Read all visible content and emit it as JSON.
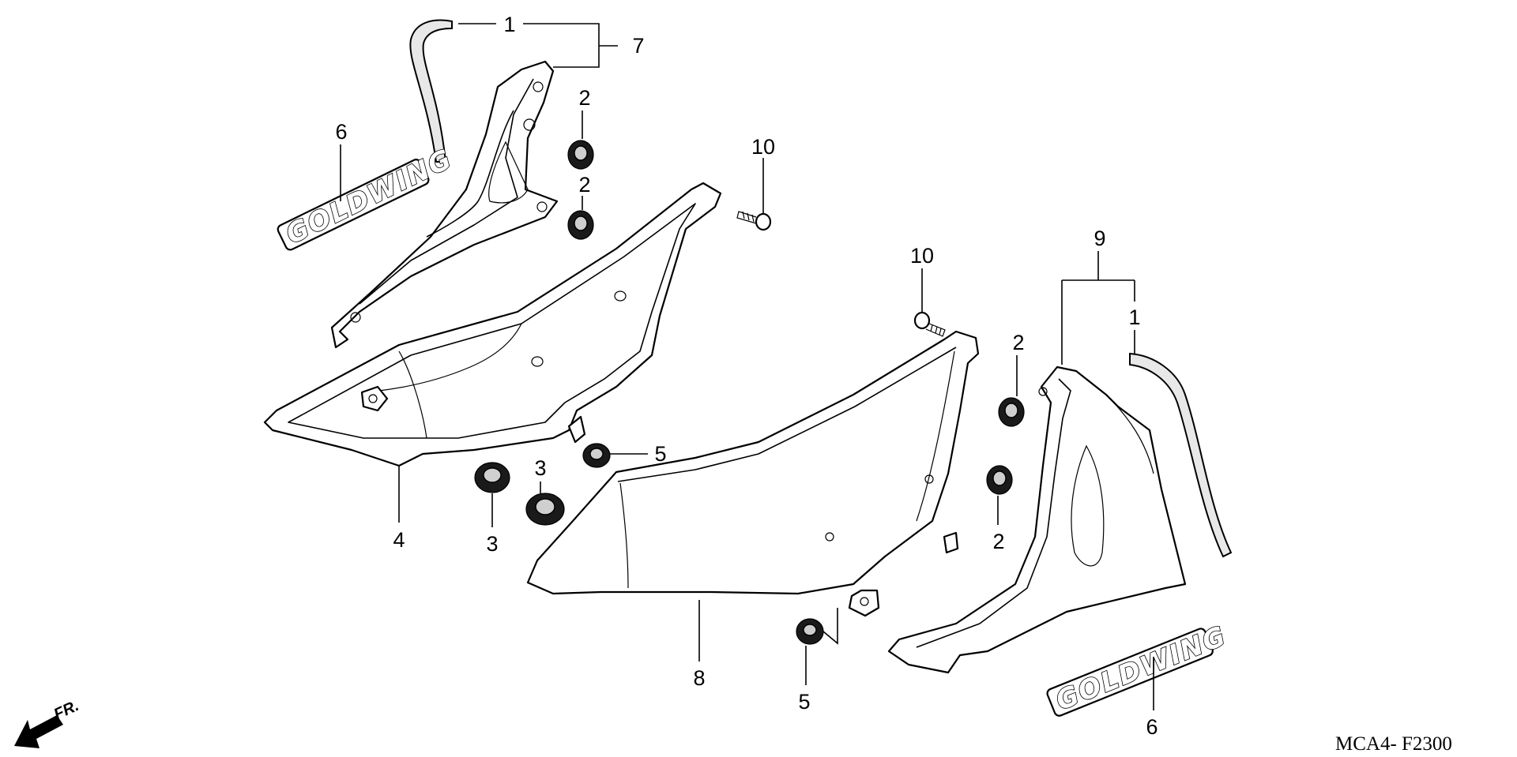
{
  "drawing_code": "MCA4- F2300",
  "direction_label": "FR.",
  "emblems": {
    "left": "GOLDWING",
    "right": "GOLDWING"
  },
  "callouts": {
    "c1_top": "1",
    "c7": "7",
    "c2_a": "2",
    "c2_b": "2",
    "c6_left": "6",
    "c10_top": "10",
    "c10_mid": "10",
    "c9": "9",
    "c1_right": "1",
    "c2_right_top": "2",
    "c2_right_bottom": "2",
    "c5_mid": "5",
    "c3_a": "3",
    "c3_b": "3",
    "c4": "4",
    "c8": "8",
    "c5_bottom": "5",
    "c6_right": "6"
  }
}
